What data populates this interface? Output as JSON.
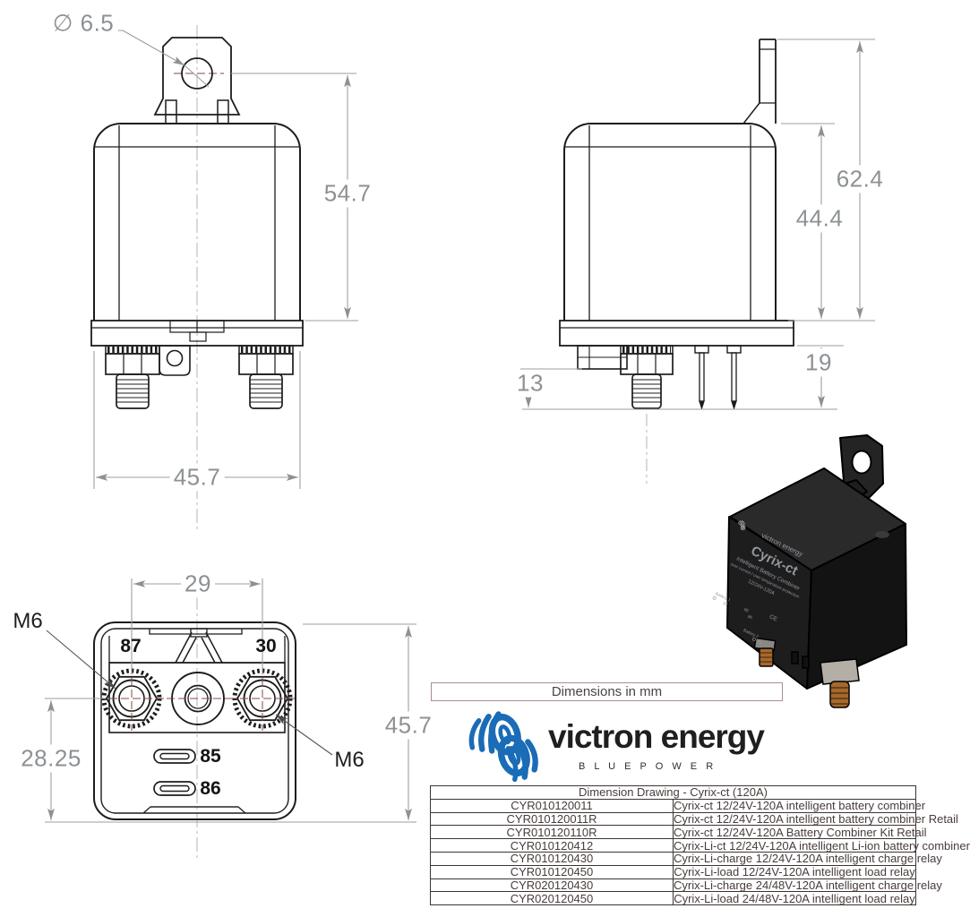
{
  "meta": {
    "units_note": "Dimensions in mm"
  },
  "front_view": {
    "hole_dia": "∅ 6.5",
    "height_to_hole": "54.7",
    "width": "45.7"
  },
  "side_view": {
    "total_height": "62.4",
    "body_height": "44.4",
    "stud_length": "13",
    "pin_length": "19"
  },
  "bottom_view": {
    "stud_pitch": "29",
    "center_offset": "28.25",
    "depth": "45.7",
    "thread_left": "M6",
    "thread_right": "M6",
    "terminal_87": "87",
    "terminal_30": "30",
    "terminal_85": "85",
    "terminal_86": "86"
  },
  "brand": {
    "name": "victron energy",
    "tagline": "B L U E   P O W E R"
  },
  "product_label": {
    "brand": "victron energy",
    "model": "Cyrix-ct",
    "subtitle": "Intelligent Battery Combiner",
    "protection": "over current / over temperature protection",
    "rating": "12/24V-120A",
    "battery1": "Battery 1",
    "t87": "87",
    "t85": "85",
    "t86": "86",
    "ce": "CE",
    "battery2": "Battery 2",
    "t30": "30"
  },
  "table": {
    "title": "Dimension Drawing - Cyrix-ct (120A)",
    "rows": [
      {
        "code": "CYR010120011",
        "desc": "Cyrix-ct 12/24V-120A intelligent battery combiner"
      },
      {
        "code": "CYR010120011R",
        "desc": "Cyrix-ct 12/24V-120A intelligent battery combiner Retail"
      },
      {
        "code": "CYR010120110R",
        "desc": "Cyrix-ct 12/24V-120A Battery Combiner Kit Retail"
      },
      {
        "code": "CYR010120412",
        "desc": "Cyrix-Li-ct 12/24V-120A intelligent Li-ion battery combiner"
      },
      {
        "code": "CYR010120430",
        "desc": "Cyrix-Li-charge 12/24V-120A intelligent charge relay"
      },
      {
        "code": "CYR010120450",
        "desc": "Cyrix-Li-load 12/24V-120A intelligent load relay"
      },
      {
        "code": "CYR020120430",
        "desc": "Cyrix-Li-charge 24/48V-120A intelligent charge relay"
      },
      {
        "code": "CYR020120450",
        "desc": "Cyrix-Li-load 24/48V-120A intelligent load relay"
      }
    ]
  },
  "colors": {
    "line": "#1c1c1c",
    "dim": "#8d9194",
    "centerline_accent": "#8a4a44",
    "logo_blue": "#1a6cb6",
    "table_text": "#4a3b3b",
    "table_border": "#3c3434",
    "note_border": "#a98f8f"
  }
}
